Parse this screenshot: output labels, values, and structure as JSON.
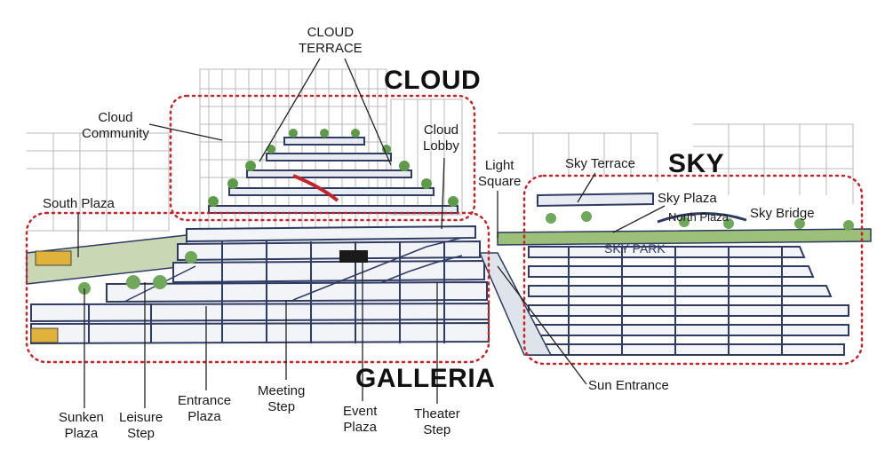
{
  "zones": {
    "cloud": "CLOUD",
    "sky": "SKY",
    "galleria": "GALLERIA"
  },
  "labels": {
    "cloud_terrace": [
      "CLOUD",
      "TERRACE"
    ],
    "cloud_community": [
      "Cloud",
      "Community"
    ],
    "cloud_lobby": [
      "Cloud",
      "Lobby"
    ],
    "light_square": [
      "Light",
      "Square"
    ],
    "sky_terrace": "Sky Terrace",
    "sky_plaza": "Sky Plaza",
    "north_plaza": "North Plaza",
    "sky_bridge": "Sky Bridge",
    "sky_park": "SKY PARK",
    "south_plaza": "South Plaza",
    "sunken_plaza": [
      "Sunken",
      "Plaza"
    ],
    "leisure_step": [
      "Leisure",
      "Step"
    ],
    "entrance_plaza": [
      "Entrance",
      "Plaza"
    ],
    "meeting_step": [
      "Meeting",
      "Step"
    ],
    "event_plaza": [
      "Event",
      "Plaza"
    ],
    "theater_step": [
      "Theater",
      "Step"
    ],
    "sun_entrance": "Sun Entrance"
  },
  "colors": {
    "zone_outline": "#c0262d",
    "structure": "#2f3b63",
    "slab": "#3b4775",
    "greenery": "#5f9a4a",
    "plaza_green": "#9cbf7a",
    "sketch": "#b8b8b8",
    "label_line": "#222222"
  }
}
